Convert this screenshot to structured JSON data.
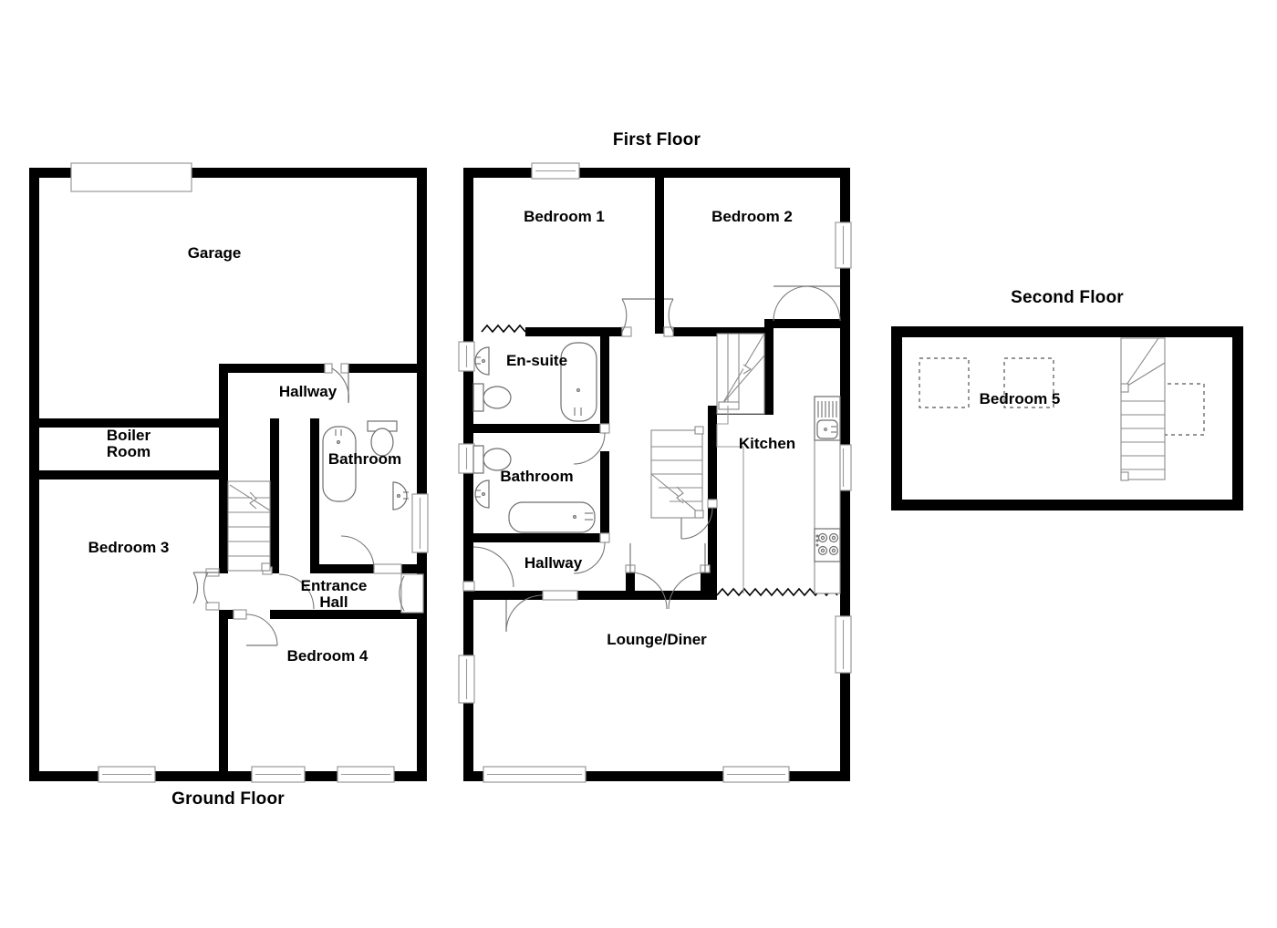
{
  "document": {
    "type": "residential-floor-plan",
    "floors": [
      {
        "id": "ground",
        "title": "Ground Floor",
        "title_position": "bottom",
        "rooms": [
          {
            "name": "Garage"
          },
          {
            "name": "Hallway"
          },
          {
            "name": "Boiler\nRoom",
            "line1": "Boiler",
            "line2": "Room"
          },
          {
            "name": "Bathroom"
          },
          {
            "name": "Bedroom 3"
          },
          {
            "name": "Entrance\nHall",
            "line1": "Entrance",
            "line2": "Hall"
          },
          {
            "name": "Bedroom 4"
          }
        ],
        "features": {
          "garage_door": true,
          "windows": 3,
          "entry_door": true,
          "staircase": true,
          "bathroom_fixtures": [
            "bath",
            "toilet",
            "basin"
          ]
        }
      },
      {
        "id": "first",
        "title": "First Floor",
        "title_position": "top",
        "rooms": [
          {
            "name": "Bedroom 1"
          },
          {
            "name": "Bedroom 2"
          },
          {
            "name": "En-suite"
          },
          {
            "name": "Bathroom"
          },
          {
            "name": "Kitchen"
          },
          {
            "name": "Hallway"
          },
          {
            "name": "Lounge/Diner"
          }
        ],
        "features": {
          "windows": 6,
          "staircases": 2,
          "ensuite_fixtures": [
            "bath",
            "toilet",
            "basin"
          ],
          "bathroom_fixtures": [
            "bath",
            "toilet",
            "basin"
          ],
          "kitchen_fixtures": [
            "sink-with-drainer",
            "hob"
          ]
        }
      },
      {
        "id": "second",
        "title": "Second Floor",
        "title_position": "top",
        "rooms": [
          {
            "name": "Bedroom 5"
          }
        ],
        "features": {
          "staircase": true,
          "dashed_outlines": 3
        }
      }
    ]
  },
  "labels": {
    "ground_floor_title": "Ground Floor",
    "first_floor_title": "First Floor",
    "second_floor_title": "Second Floor",
    "garage": "Garage",
    "hallway_ground": "Hallway",
    "boiler_line1": "Boiler",
    "boiler_line2": "Room",
    "bathroom_ground": "Bathroom",
    "bedroom3": "Bedroom 3",
    "entrance_line1": "Entrance",
    "entrance_line2": "Hall",
    "bedroom4": "Bedroom 4",
    "bedroom1": "Bedroom 1",
    "bedroom2": "Bedroom 2",
    "ensuite": "En-suite",
    "bathroom_first": "Bathroom",
    "kitchen": "Kitchen",
    "hallway_first": "Hallway",
    "lounge_diner": "Lounge/Diner",
    "bedroom5": "Bedroom 5"
  },
  "colors": {
    "wall": "#000000",
    "background": "#ffffff",
    "fixture_stroke": "#6f6f6f",
    "window_stroke": "#9a9a9a",
    "dashed_stroke": "#555555"
  }
}
